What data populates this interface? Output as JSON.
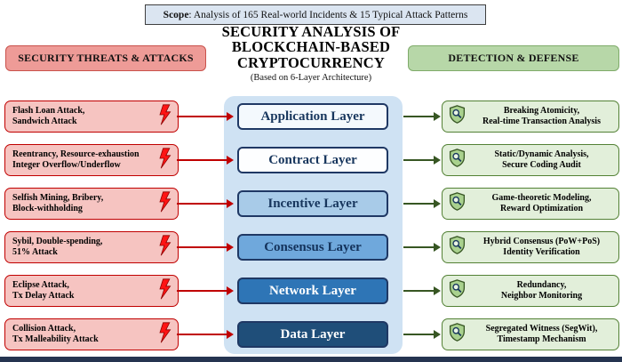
{
  "scope": {
    "label": "Scope",
    "rest": ": Analysis of 165 Real-world Incidents & 15 Typical Attack Patterns"
  },
  "title": {
    "lines": [
      "SECURITY ANALYSIS OF",
      "BLOCKCHAIN-BASED",
      "CRYPTOCURRENCY"
    ],
    "subtitle": "(Based on 6-Layer Architecture)"
  },
  "headers": {
    "threats": "SECURITY THREATS & ATTACKS",
    "defense": "DETECTION & DEFENSE"
  },
  "rows": [
    {
      "threat": "Flash Loan Attack,\nSandwich Attack",
      "layer": "Application Layer",
      "defense": "Breaking Atomicity,\nReal-time Transaction Analysis"
    },
    {
      "threat": "Reentrancy, Resource-exhaustion\nInteger Overflow/Underflow",
      "layer": "Contract Layer",
      "defense": "Static/Dynamic Analysis,\nSecure Coding Audit"
    },
    {
      "threat": "Selfish Mining, Bribery,\nBlock-withholding",
      "layer": "Incentive Layer",
      "defense": "Game-theoretic Modeling,\nReward Optimization"
    },
    {
      "threat": "Sybil, Double-spending,\n51% Attack",
      "layer": "Consensus Layer",
      "defense": "Hybrid Consensus (PoW+PoS)\nIdentity Verification"
    },
    {
      "threat": "Eclipse Attack,\nTx Delay Attack",
      "layer": "Network Layer",
      "defense": "Redundancy,\nNeighbor Monitoring"
    },
    {
      "threat": "Collision Attack,\nTx Malleability Attack",
      "layer": "Data Layer",
      "defense": "Segregated Witness (SegWit),\nTimestamp Mechanism"
    }
  ],
  "colors": {
    "threat_fill": "#f6c4c1",
    "threat_border": "#c00000",
    "defense_fill": "#e2efda",
    "defense_border": "#538135",
    "container_fill": "#cfe2f3",
    "layer_border": "#1f3864",
    "layer_dark": "#1f4e79",
    "header_threats_fill": "#ee9b97",
    "header_defense_fill": "#b7d7a8",
    "scope_fill": "#dbe5f1"
  }
}
